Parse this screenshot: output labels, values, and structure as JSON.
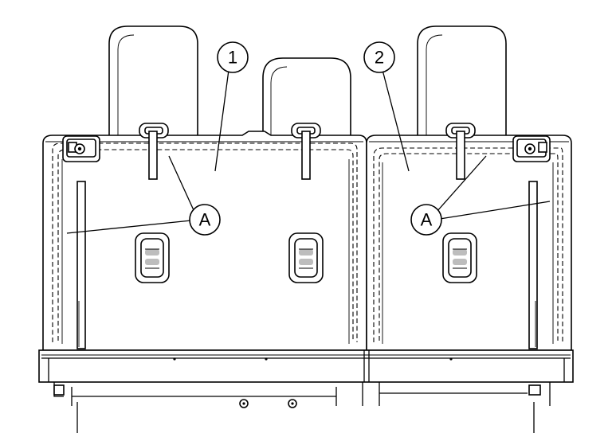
{
  "callouts": {
    "part_1": "1",
    "part_2": "2",
    "label_a_left": "A",
    "label_a_right": "A"
  }
}
